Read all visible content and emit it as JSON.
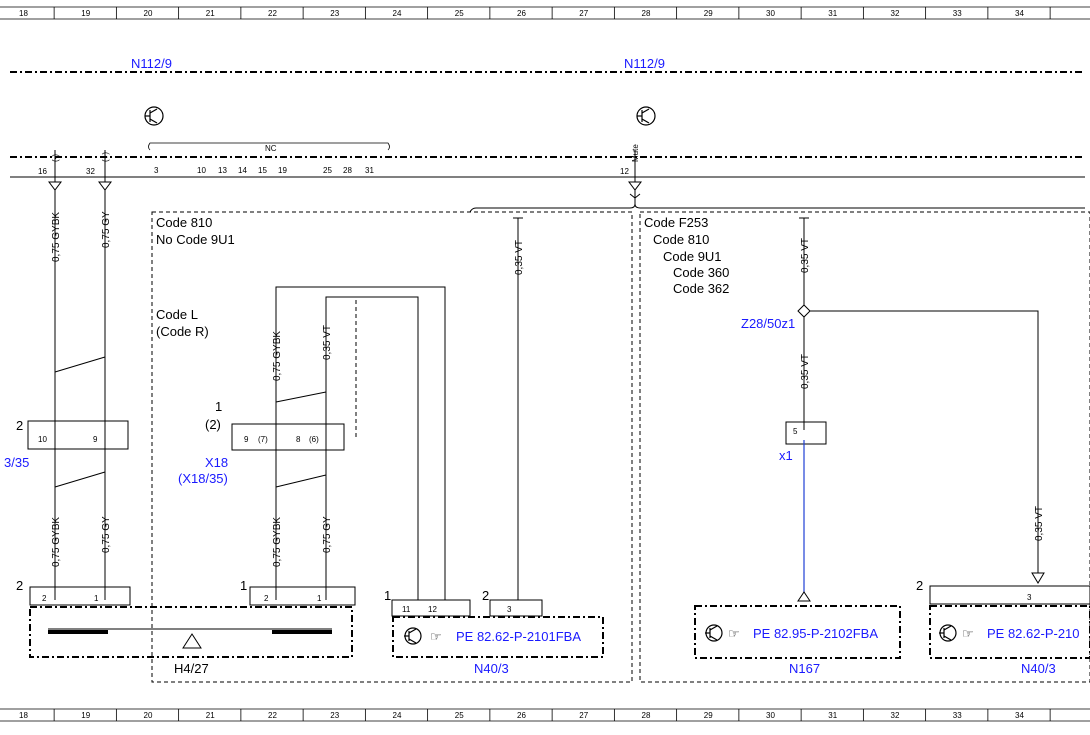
{
  "grid_numbers": [
    "18",
    "19",
    "20",
    "21",
    "22",
    "23",
    "24",
    "25",
    "26",
    "27",
    "28",
    "29",
    "30",
    "31",
    "32",
    "33",
    "34"
  ],
  "colors": {
    "line": "#000000",
    "label_blue": "#1a1aff",
    "blue_wire": "#1f3fd6"
  },
  "components": {
    "n112_left": "N112/9",
    "n112_right": "N112/9",
    "h4_27": "H4/27",
    "n40_3_left": "N40/3",
    "n167": "N167",
    "n40_3_right": "N40/3",
    "x18": "X18",
    "x18_alt": "(X18/35)",
    "x18_left_partial": "3/35",
    "x1": "x1",
    "z28": "Z28/50z1"
  },
  "pins_top": {
    "p16": "16",
    "p32": "32",
    "neg": "(-)",
    "pos": "(+)",
    "nc": "NC",
    "mute": "Mute",
    "p12": "12",
    "group": [
      "3",
      "10",
      "13",
      "14",
      "15",
      "19",
      "25",
      "28",
      "31"
    ]
  },
  "codes": {
    "left": [
      "Code 810",
      "No Code 9U1"
    ],
    "lr": [
      "Code L",
      "(Code R)"
    ],
    "right": [
      "Code F253",
      "Code 810",
      "Code 9U1",
      "Code 360",
      "Code 362"
    ]
  },
  "wires": {
    "gybk": "0,75 GYBK",
    "gy": "0,75 GY",
    "vt": "0,35 VT"
  },
  "connectors": {
    "left": {
      "num": "2",
      "pin_a": "10",
      "pin_b": "9"
    },
    "mid": {
      "num": "1",
      "alt": "(2)",
      "pin_a": "9",
      "pin_a_alt": "(7)",
      "pin_b": "8",
      "pin_b_alt": "(6)"
    },
    "x1_pin": "5",
    "h4_left": {
      "num": "2",
      "pin_a": "2",
      "pin_b": "1"
    },
    "h4_right": {
      "num": "1",
      "pin_a": "2",
      "pin_b": "1"
    },
    "n40_left": {
      "num": "1",
      "pin_a": "11",
      "pin_b": "12"
    },
    "n40_vt": {
      "num": "2",
      "pin": "3"
    },
    "n40_right": {
      "num": "2",
      "pin": "3"
    }
  },
  "refs": {
    "pe_left": "PE 82.62-P-2101FBA",
    "pe_mid": "PE 82.95-P-2102FBA",
    "pe_right": "PE 82.62-P-210"
  }
}
